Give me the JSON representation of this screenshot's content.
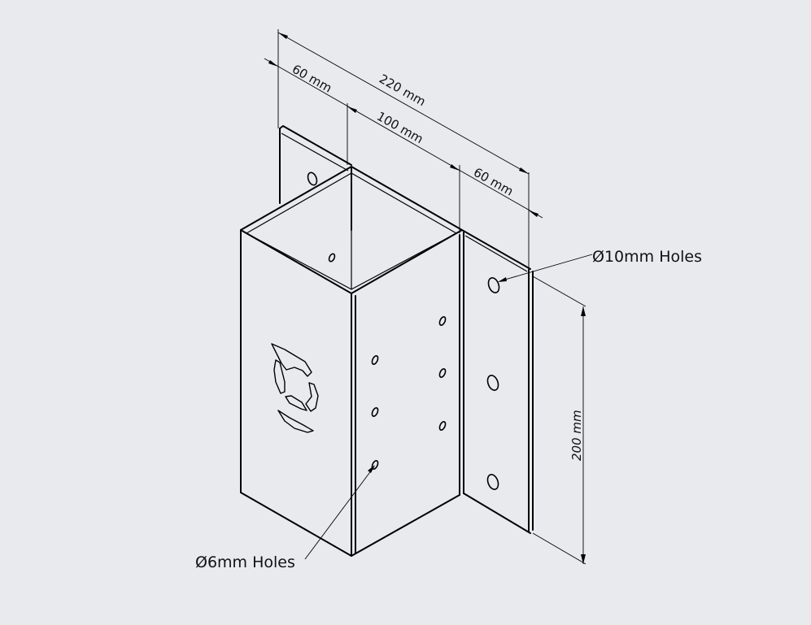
{
  "drawing": {
    "background_color": "#e9eaee",
    "line_color": "#000000",
    "view": "isometric"
  },
  "dimensions": {
    "overall_width": "220 mm",
    "left_flange": "60 mm",
    "center_channel": "100 mm",
    "right_flange": "60 mm",
    "height": "200 mm"
  },
  "callouts": {
    "large_holes": "Ø10mm Holes",
    "small_holes": "Ø6mm Holes"
  }
}
